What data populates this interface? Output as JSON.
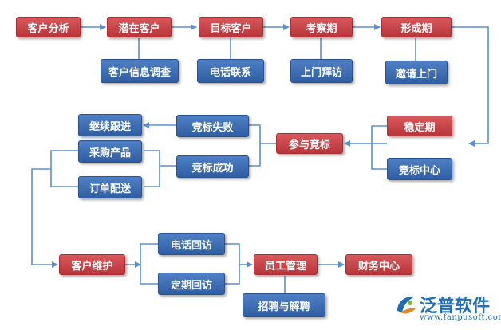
{
  "nodes": {
    "customer_analysis": "客户分析",
    "potential_customer": "潜在客户",
    "target_customer": "目标客户",
    "inspection_period": "考察期",
    "formation_period": "形成期",
    "customer_info_survey": "客户信息调查",
    "phone_contact": "电话联系",
    "home_visit": "上门拜访",
    "invite_visit": "邀请上门",
    "stable_period": "稳定期",
    "bid_won_center": "竞标中心",
    "participate_bid": "参与竞标",
    "bid_failed": "竞标失败",
    "bid_success": "竞标成功",
    "continue_follow": "继续跟进",
    "purchase_product": "采购产品",
    "order_delivery": "订单配送",
    "customer_maintenance": "客户维护",
    "phone_revisit": "电话回访",
    "regular_revisit": "定期回访",
    "staff_management": "员工管理",
    "finance_center": "财务中心",
    "hire_fire": "招聘与解聘"
  },
  "logo": {
    "name": "泛普软件",
    "url": "www.fanpusoft.com"
  },
  "colors": {
    "red_node": "#c6464a",
    "blue_node": "#3b6db5",
    "connector": "#5b8fd0"
  }
}
